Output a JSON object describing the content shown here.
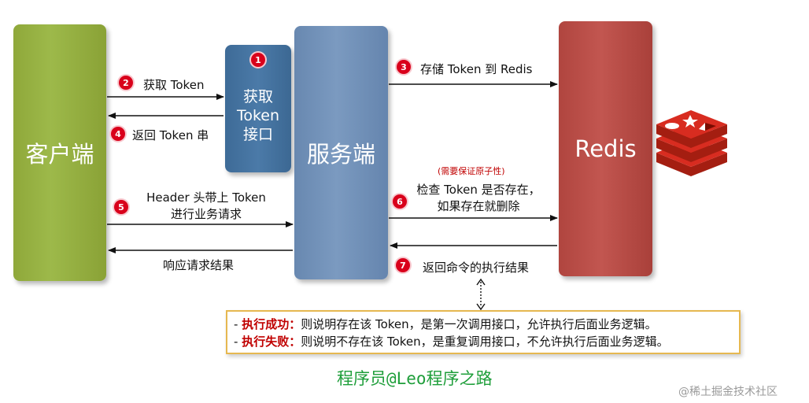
{
  "nodes": {
    "client": "客户端",
    "api_line1": "获取",
    "api_line2": "Token",
    "api_line3": "接口",
    "server": "服务端",
    "redis": "Redis"
  },
  "steps": {
    "s1": "1",
    "s2": "2",
    "s2_label": "获取 Token",
    "s3": "3",
    "s3_label": "存储 Token 到 Redis",
    "s4": "4",
    "s4_label": "返回 Token 串",
    "s5": "5",
    "s5_label_line1": "Header 头带上 Token",
    "s5_label_line2": "进行业务请求",
    "s6": "6",
    "s6_note": "(需要保证原子性)",
    "s6_label_line1": "检查 Token 是否存在，",
    "s6_label_line2": "如果存在就删除",
    "s7": "7",
    "s7_label": "返回命令的执行结果",
    "response_label": "响应请求结果"
  },
  "result": {
    "line1_prefix": "- ",
    "line1_key": "执行成功：",
    "line1_text": "则说明存在该 Token，是第一次调用接口，允许执行后面业务逻辑。",
    "line2_prefix": "- ",
    "line2_key": "执行失败：",
    "line2_text": "则说明不存在该 Token，是重复调用接口，不允许执行后面业务逻辑。"
  },
  "footer": "程序员@Leo程序之路",
  "watermark": "@稀土掘金技术社区",
  "colors": {
    "client": "#9db94a",
    "api": "#4b7aa8",
    "server": "#7b9ac0",
    "redis": "#c25650",
    "badge": "#d9001b",
    "highlight": "#c00000",
    "footer": "#1e9e3a"
  }
}
